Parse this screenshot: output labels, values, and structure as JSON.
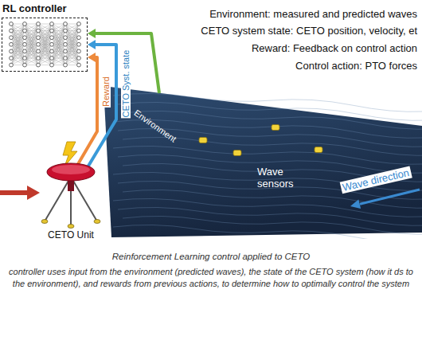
{
  "diagram": {
    "caption": "controller uses input from the environment (predicted waves), the state of the CETO system (how it ds to the environment), and rewards from previous actions, to determine how to optimally control the system",
    "nodes": [
      {
        "text": [
          "RL controller"
        ]
      },
      {
        "text": [
          "CETO Unit"
        ]
      },
      {
        "text": [
          "Wave sensors"
        ]
      }
    ],
    "edges": [
      {
        "from": 2,
        "to": 0,
        "arrow": "to",
        "label": "Environment"
      },
      {
        "from": 1,
        "to": 0,
        "arrow": "to",
        "label": "CETO Syst. state"
      },
      {
        "from": 1,
        "to": 0,
        "arrow": "to",
        "label": "Reward"
      }
    ],
    "labels": [
      "Environment: measured and predicted waves",
      "CETO system state: CETO position, velocity, et",
      "Reward: Feedback on control action",
      "Control action: PTO forces",
      "Wave direction",
      "Reinforcement Learning control applied to CETO"
    ]
  }
}
